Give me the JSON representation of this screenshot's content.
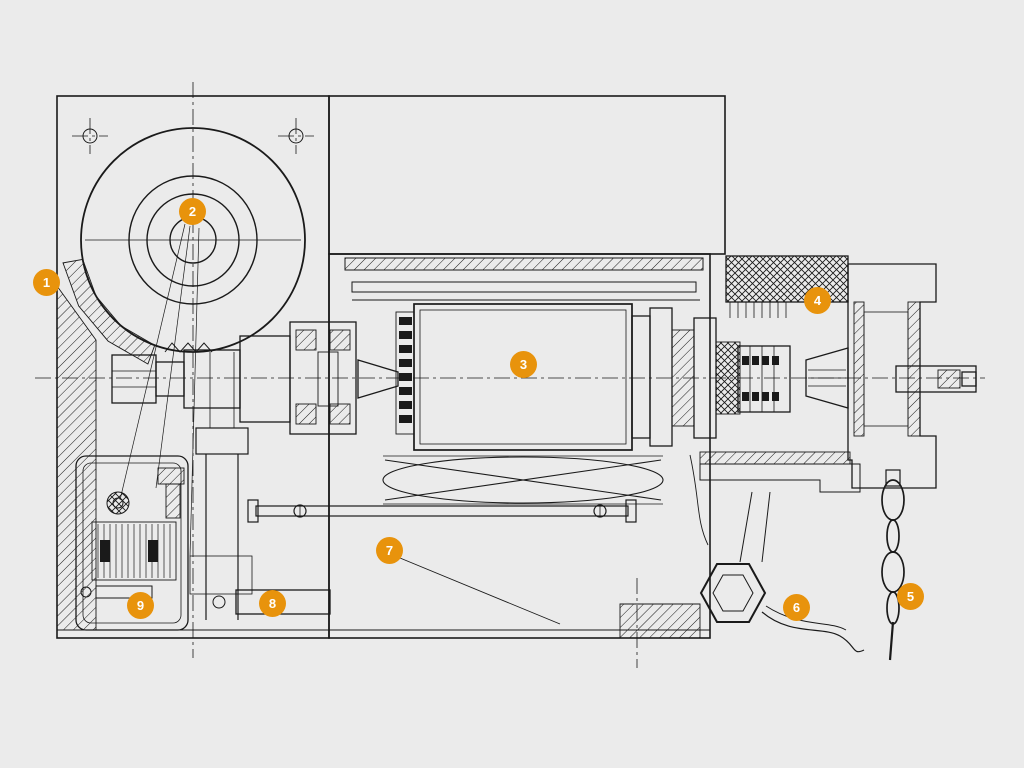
{
  "palette": {
    "background": "#ebebeb",
    "line": "#1a1a1a",
    "callout_fill": "#E8930C",
    "callout_text": "#ffffff"
  },
  "diagram": {
    "type": "technical-cross-section-drawing",
    "subject": "Sectional engineering drawing of a gearmotor / winch drive assembly with numbered part callouts",
    "callouts": [
      {
        "label": "1"
      },
      {
        "label": "2"
      },
      {
        "label": "3"
      },
      {
        "label": "4"
      },
      {
        "label": "5"
      },
      {
        "label": "6"
      },
      {
        "label": "7"
      },
      {
        "label": "8"
      },
      {
        "label": "9"
      }
    ]
  }
}
